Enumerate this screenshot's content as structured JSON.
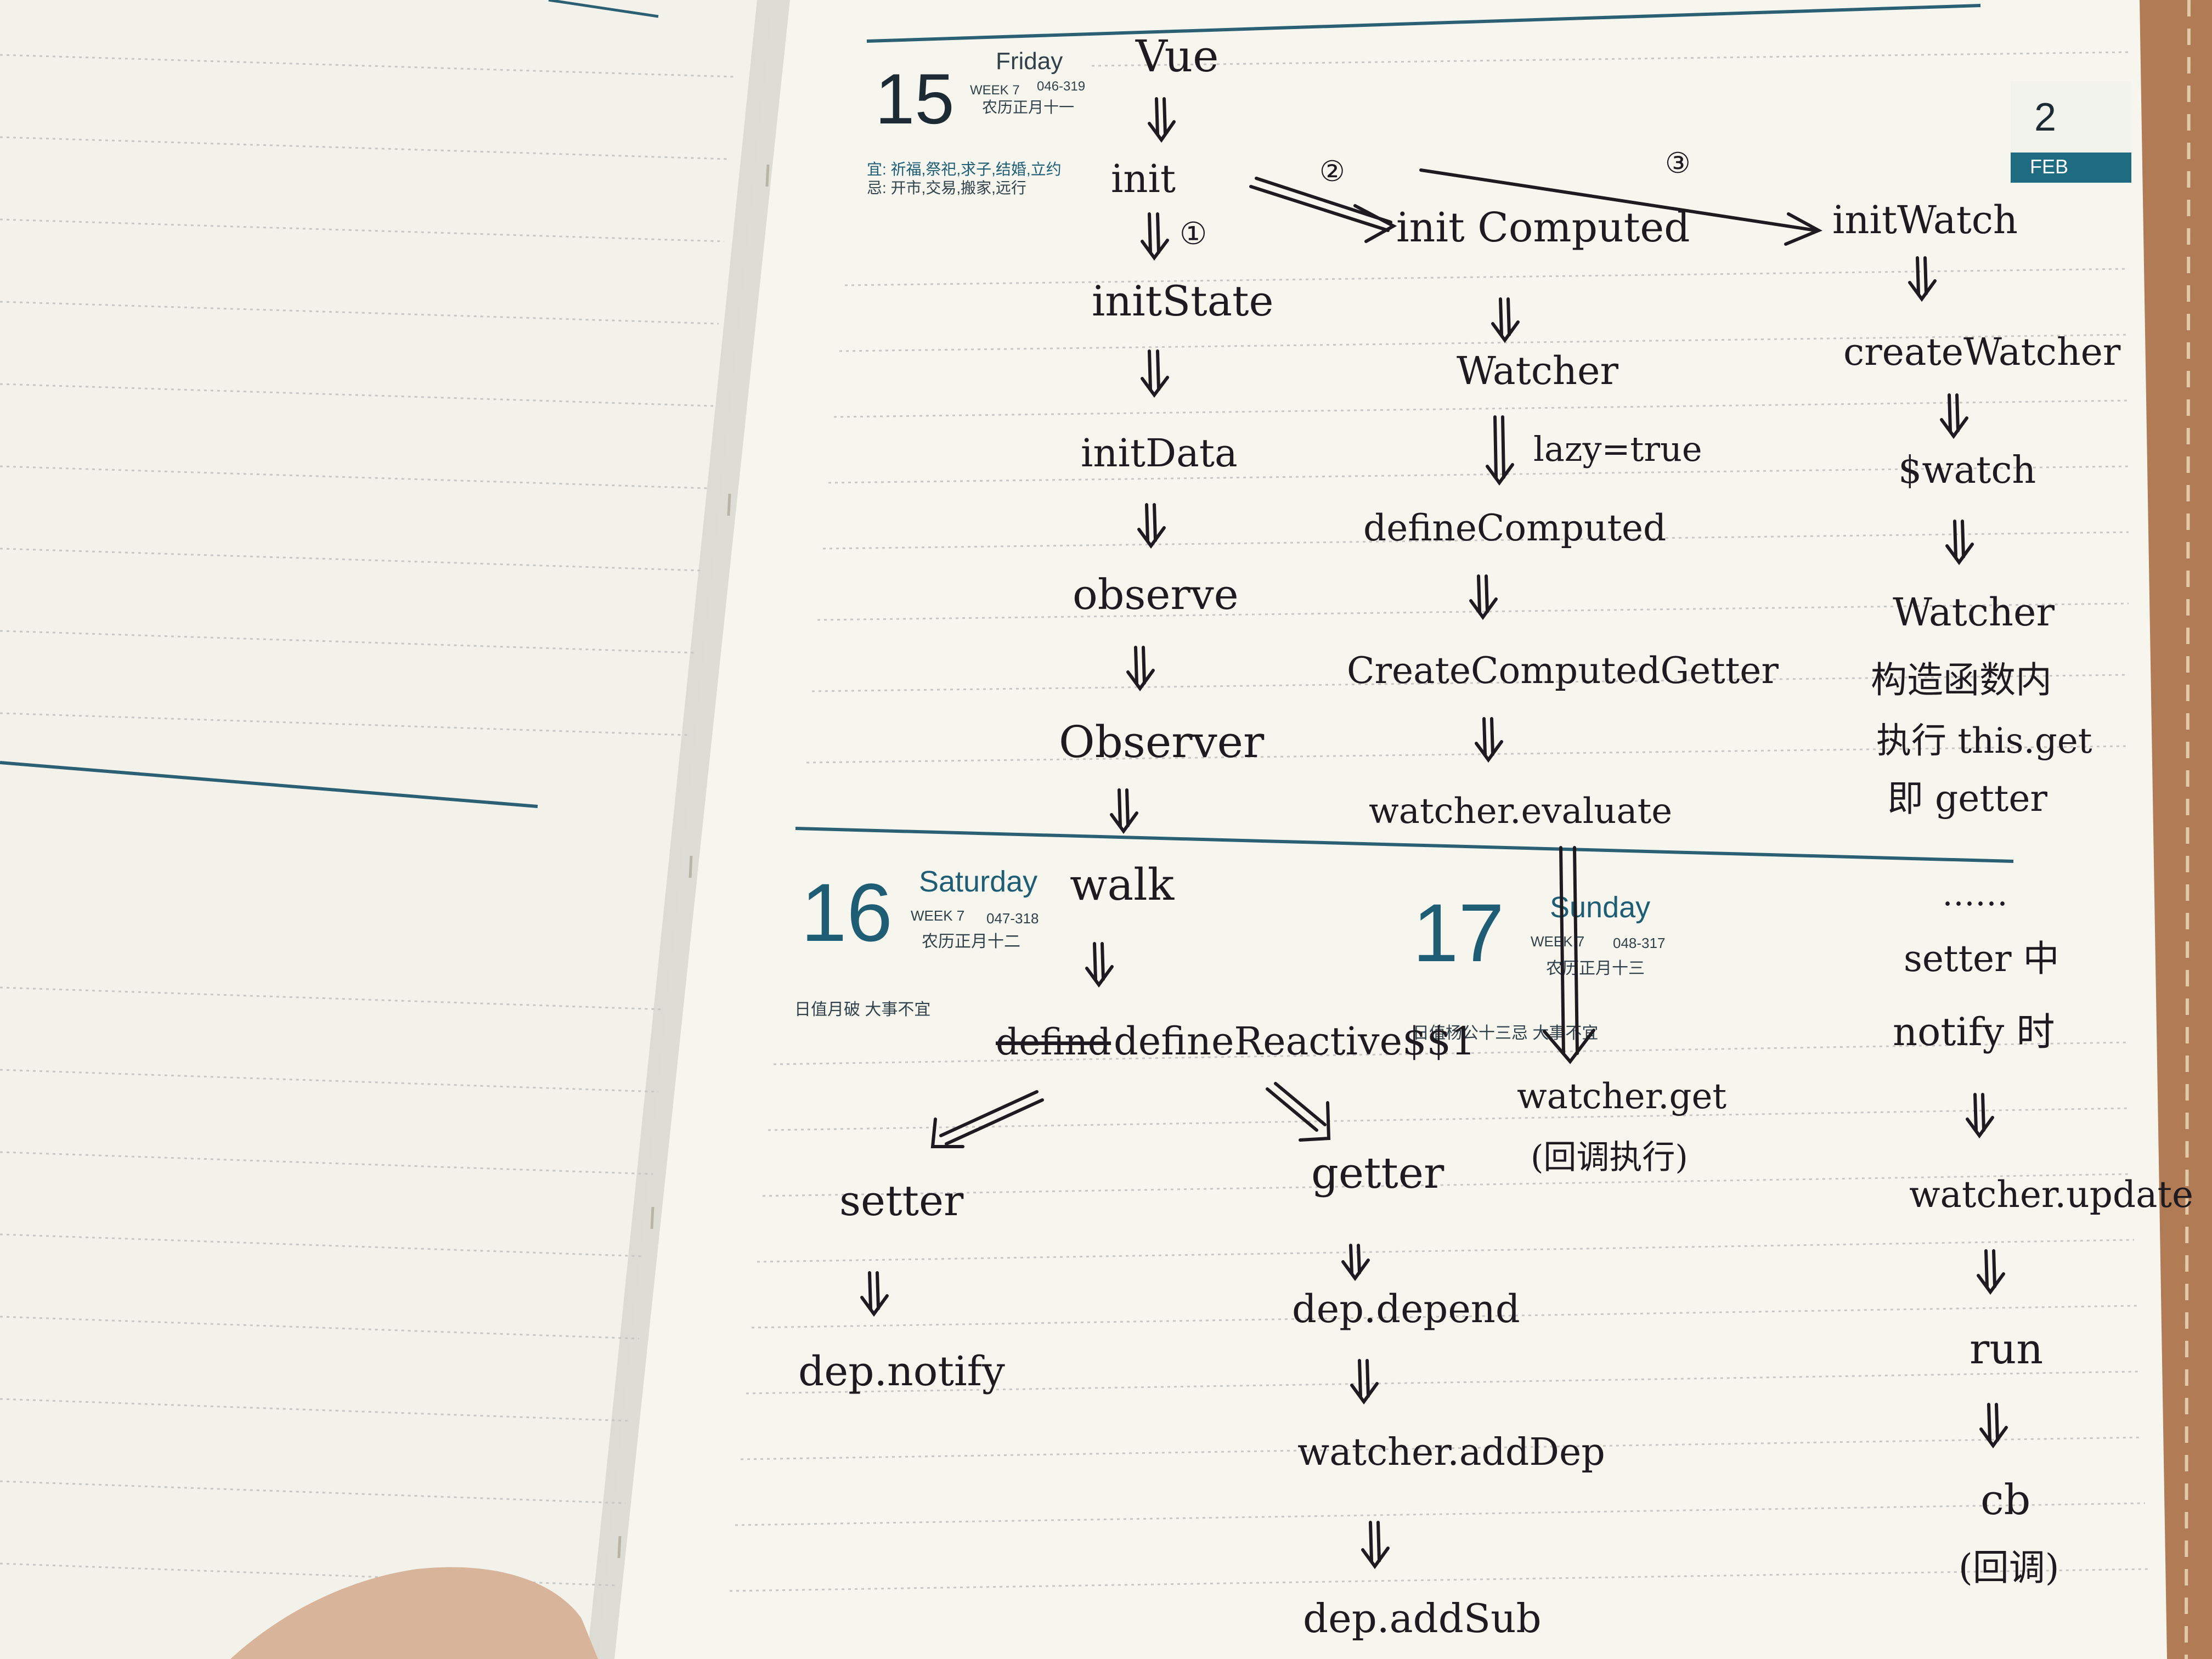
{
  "planner": {
    "month_tab": {
      "day": "2",
      "month": "FEB"
    },
    "days": [
      {
        "date": "15",
        "weekday": "Friday",
        "week": "WEEK 7",
        "range": "046-319",
        "lunar": "农历正月十一",
        "suitable": "宜: 祈福,祭祀,求子,结婚,立约",
        "avoid": "忌: 开市,交易,搬家,远行"
      },
      {
        "date": "16",
        "weekday": "Saturday",
        "week": "WEEK 7",
        "range": "047-318",
        "lunar": "农历正月十二",
        "note": "日值月破 大事不宜"
      },
      {
        "date": "17",
        "weekday": "Sunday",
        "week": "WEEK 7",
        "range": "048-317",
        "lunar": "农历正月十三",
        "note": "日值杨公十三忌 大事不宜"
      }
    ]
  },
  "notes": {
    "main": [
      "Vue",
      "init",
      "initState",
      "initData",
      "observe",
      "Observer",
      "walk",
      "defineReactive$$1"
    ],
    "step_marks": [
      "①",
      "②",
      "③"
    ],
    "struck": "defind",
    "computed": [
      "init Computed",
      "Watcher",
      "lazy=true",
      "defineComputed",
      "CreateComputedGetter",
      "watcher.evaluate",
      "watcher.get",
      "(回调执行)"
    ],
    "watch": [
      "initWatch",
      "createWatcher",
      "$watch",
      "Watcher",
      "构造函数内",
      "执行 this.get",
      "即 getter",
      "setter 中",
      "notify 时",
      "watcher.update",
      "run",
      "cb",
      "(回调)"
    ],
    "setter_branch": [
      "setter",
      "dep.notify"
    ],
    "getter_branch": [
      "getter",
      "dep.depend",
      "watcher.addDep",
      "dep.addSub"
    ],
    "continuation": "……"
  }
}
